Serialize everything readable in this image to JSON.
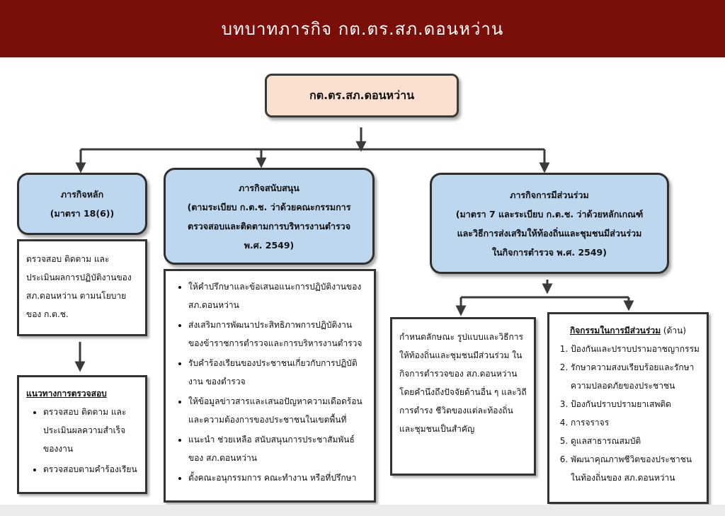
{
  "title": "บทบาทภารกิจ  กต.ตร.สภ.ดอนหว่าน",
  "root": "กต.ตร.สภ.ดอนหว่าน",
  "main_mission": {
    "title": "ภารกิจหลัก",
    "subtitle": "(มาตรา 18(6))",
    "detail": "ตรวจสอบ ติดตาม และประเมินผลการปฏิบัติงานของ สภ.ดอนหว่าน ตามนโยบายของ ก.ต.ช.",
    "guideline_title": "แนวทางการตรวจสอบ",
    "guidelines": [
      "ตรวจสอบ ติดตาม และประเมินผลความสำเร็จของงาน",
      "ตรวจสอบตามคำร้องเรียน"
    ]
  },
  "support_mission": {
    "title": "ภารกิจสนับสนุน",
    "subtitle_lines": [
      "(ตามระเบียบ ก.ต.ช. ว่าด้วยคณะกรรมการ",
      "ตรวจสอบและติดตามการบริหารงานตำรวจ",
      "พ.ศ. 2549)"
    ],
    "items": [
      "ให้คำปรึกษาและข้อเสนอแนะการปฏิบัติงานของ สภ.ดอนหว่าน",
      "ส่งเสริมการพัฒนาประสิทธิภาพการปฏิบัติงานของข้าราชการตำรวจและการบริหารงานตำรวจ",
      "รับคำร้องเรียนของประชาชนเกี่ยวกับการปฏิบัติงาน ของตำรวจ",
      "ให้ข้อมูลข่าวสารและเสนอปัญหาความเดือดร้อนและความต้องการของประชาชนในเขตพื้นที่",
      "แนะนำ ช่วยเหลือ สนับสนุนการประชาสัมพันธ์ของ สภ.ดอนหว่าน",
      "ตั้งคณะอนุกรรมการ คณะทำงาน หรือที่ปรึกษา"
    ]
  },
  "participation_mission": {
    "title": "ภารกิจการมีส่วนร่วม",
    "subtitle_lines": [
      "(มาตรา 7 และระเบียบ ก.ต.ช. ว่าด้วยหลักเกณฑ์",
      "และวิธีการส่งเสริมให้ท้องถิ่นและชุมชนมีส่วนร่วม",
      "ในกิจการตำรวจ พ.ศ. 2549)"
    ],
    "detail": "กำหนดลักษณะ รูปแบบและวิธีการให้ท้องถิ่นและชุมชนมีส่วนร่วม ในกิจการตำรวจของ สภ.ดอนหว่าน โดยคำนึงถึงปัจจัยด้านอื่น ๆ และวิถีการดำรง ชีวิตของแต่ละท้องถิ่นและชุมชนเป็นสำคัญ",
    "activities_title": "กิจกรรมในการมีส่วนร่วม",
    "activities_suffix": " (ด้าน)",
    "activities": [
      "ป้องกันและปราบปรามอาชญากรรม",
      "รักษาความสงบเรียบร้อยและรักษาความปลอดภัยของประชาชน",
      "ป้องกันปราบปรามยาเสพติด",
      "การจราจร",
      "ดูแลสาธารณสมบัติ",
      "พัฒนาคุณภาพชีวิตของประชาชนในท้องถิ่นของ สภ.ดอนหว่าน"
    ]
  },
  "colors": {
    "banner": "#7a0e08",
    "root_fill": "#fbe0d2",
    "mission_fill": "#bdd7ee"
  }
}
